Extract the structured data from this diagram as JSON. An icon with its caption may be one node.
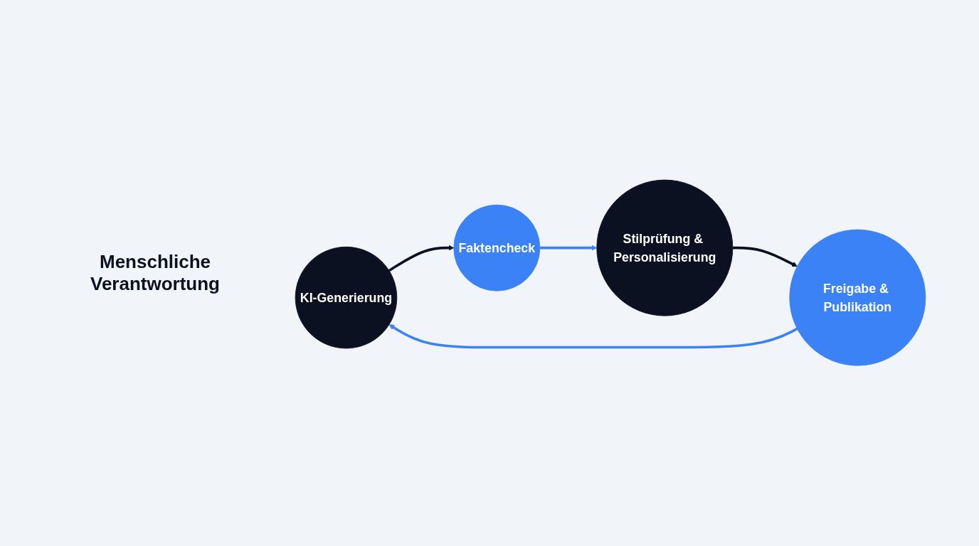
{
  "diagram": {
    "nodes": [
      {
        "text": [
          "KI-Generierung"
        ]
      },
      {
        "text": [
          "Faktencheck"
        ]
      },
      {
        "text": [
          "Stilprüfung & Personalisierung"
        ]
      },
      {
        "text": [
          "Freigabe & Publikation"
        ]
      }
    ],
    "edges": [
      {
        "from": 0,
        "to": 1,
        "arrow": "to",
        "color": "#0b1120"
      },
      {
        "from": 1,
        "to": 2,
        "arrow": "to",
        "color": "#3b82f6"
      },
      {
        "from": 2,
        "to": 3,
        "arrow": "to",
        "color": "#0b1120"
      },
      {
        "from": 3,
        "to": 0,
        "arrow": "to",
        "color": "#3b82f6"
      }
    ],
    "labels": [
      "Menschliche Verantwortung"
    ]
  }
}
